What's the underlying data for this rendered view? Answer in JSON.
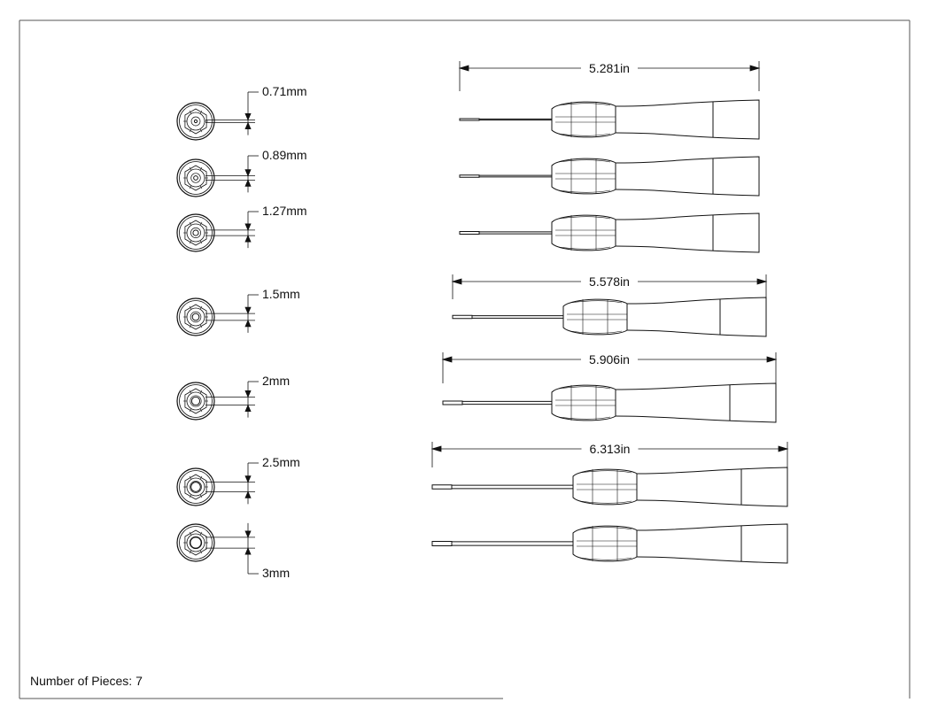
{
  "tip_sizes": [
    "0.71mm",
    "0.89mm",
    "1.27mm",
    "1.5mm",
    "2mm",
    "2.5mm",
    "3mm"
  ],
  "lengths": [
    "5.281in",
    "5.578in",
    "5.906in",
    "6.313in"
  ],
  "footer": {
    "label": "Number of Pieces:",
    "count": "7"
  },
  "colors": {
    "line": "#111111",
    "frame": "#555555",
    "background": "#ffffff"
  }
}
